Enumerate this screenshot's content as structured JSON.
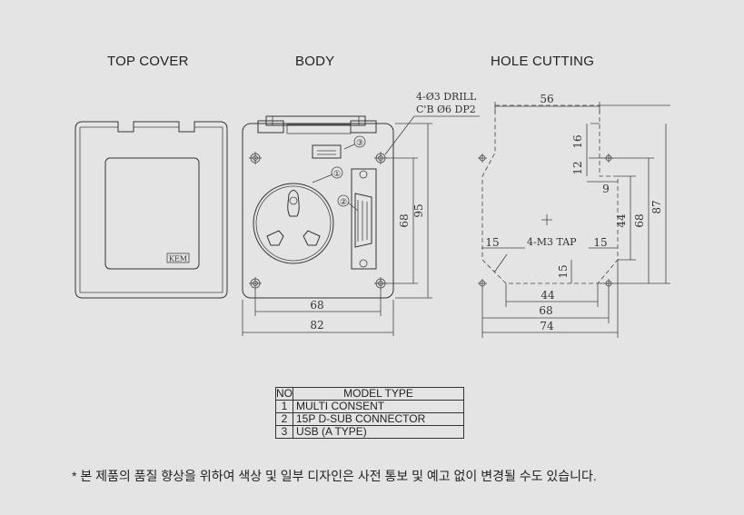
{
  "titles": {
    "top_cover": "TOP COVER",
    "body": "BODY",
    "hole_cutting": "HOLE CUTTING"
  },
  "top_cover": {
    "logo": "KEM"
  },
  "body_view": {
    "drill_note_1": "4-Ø3 DRILL",
    "drill_note_2": "C'B Ø6 DP2",
    "callouts": [
      "①",
      "②",
      "③"
    ],
    "dims": {
      "height_holes": "68",
      "height_total": "95",
      "width_holes": "68",
      "width_total": "82"
    }
  },
  "hole_cutting": {
    "top_width": "56",
    "d16": "16",
    "d12": "12",
    "d9": "9",
    "d44v": "44",
    "d68v": "68",
    "d87v": "87",
    "tap_note": "4-M3 TAP",
    "d15_left": "15",
    "d15_right": "15",
    "d15_vert": "15",
    "d44h": "44",
    "d68h": "68",
    "d74h": "74"
  },
  "model_table": {
    "header": {
      "no": "NO",
      "type": "MODEL  TYPE"
    },
    "rows": [
      {
        "no": "1",
        "type": "MULTI CONSENT"
      },
      {
        "no": "2",
        "type": "15P D-SUB CONNECTOR"
      },
      {
        "no": "3",
        "type": "USB (A TYPE)"
      }
    ]
  },
  "footnote": "* 본 제품의 품질 향상을 위하여 색상 및 일부 디자인은 사전 통보 및 예고 없이 변경될 수도 있습니다."
}
